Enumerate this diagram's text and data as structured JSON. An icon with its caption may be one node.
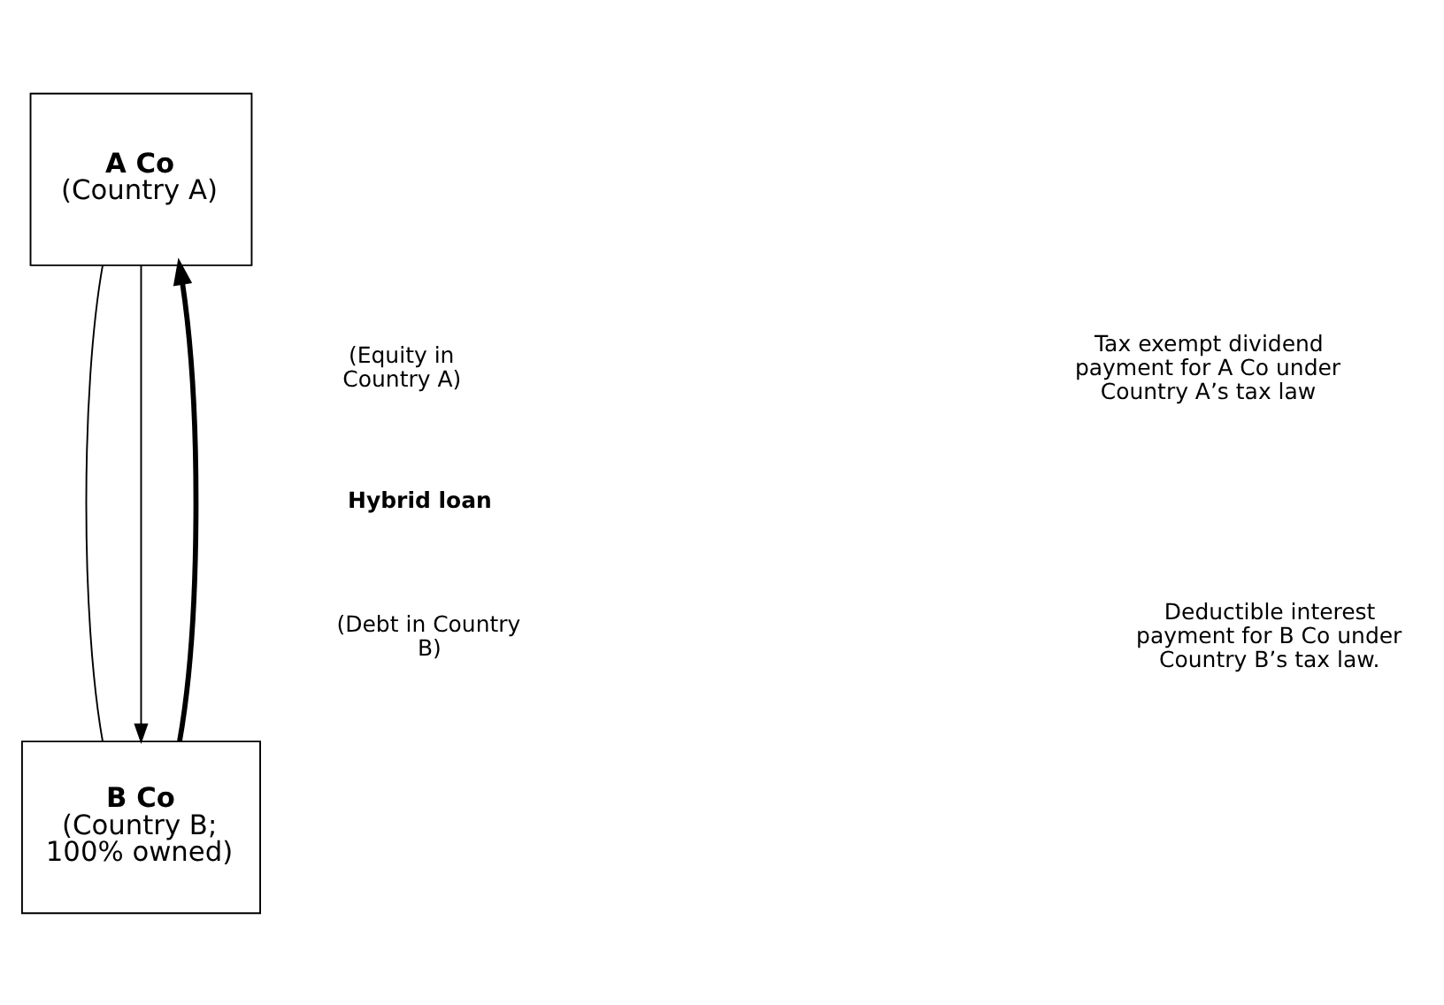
{
  "diagram": {
    "nodes": [
      {
        "text": [
          "A Co",
          "(Country A)"
        ]
      },
      {
        "text": [
          "B Co",
          "(Country B; 100% owned)"
        ]
      }
    ],
    "edges": [
      {
        "from": 0,
        "to": 1,
        "arrow": "none"
      },
      {
        "from": 0,
        "to": 1,
        "arrow": "to"
      },
      {
        "from": 1,
        "to": 0,
        "arrow": "to",
        "style": "thick"
      }
    ],
    "labels": [
      "(Equity in Country A)",
      "Hybrid loan",
      "(Debt in Country B)",
      "Tax exempt dividend payment for A Co under Country A’s tax law",
      "Deductible interest payment for B Co under Country B’s tax law."
    ]
  }
}
